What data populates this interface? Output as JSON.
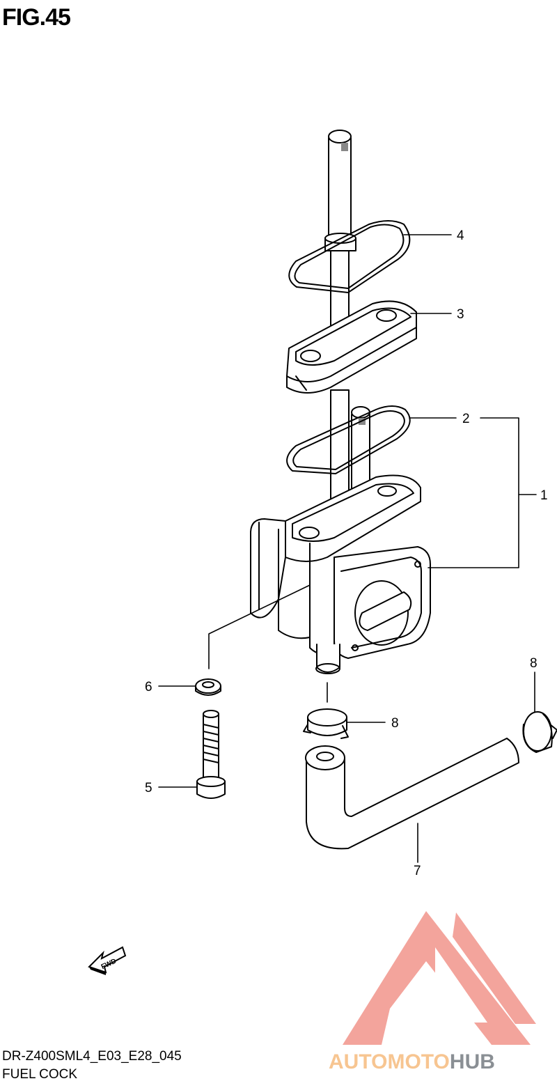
{
  "figure": {
    "title": "FIG.45",
    "model_code": "DR-Z400SML4_E03_E28_045",
    "section_name": "FUEL COCK"
  },
  "callouts": [
    {
      "id": "1",
      "label": "1"
    },
    {
      "id": "2",
      "label": "2"
    },
    {
      "id": "3",
      "label": "3"
    },
    {
      "id": "4",
      "label": "4"
    },
    {
      "id": "5",
      "label": "5"
    },
    {
      "id": "6",
      "label": "6"
    },
    {
      "id": "7",
      "label": "7"
    },
    {
      "id": "8a",
      "label": "8"
    },
    {
      "id": "8b",
      "label": "8"
    }
  ],
  "direction_marker": {
    "label": "FWD",
    "icon": "fwd-arrow-icon"
  },
  "watermark": {
    "part1": "AUTOMOTO",
    "part2": "HUB",
    "colors": {
      "logo": "#f3a49c",
      "text_light": "#f7c591",
      "text_dark": "#8a8f94"
    }
  },
  "colors": {
    "line": "#000000",
    "background": "#ffffff"
  }
}
